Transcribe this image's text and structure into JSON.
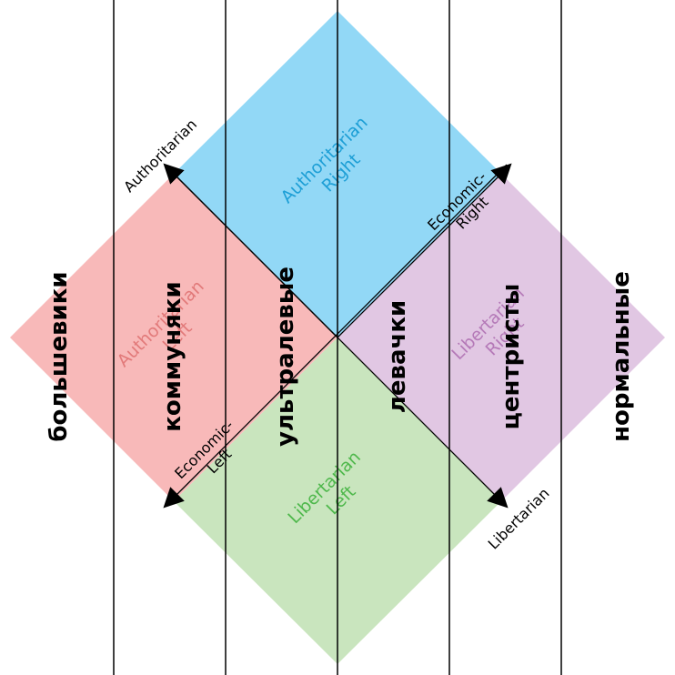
{
  "colors": {
    "authoritarian_right": "#92d8f6",
    "authoritarian_left": "#f8b9b9",
    "libertarian_left": "#c9e5be",
    "libertarian_right": "#e1c7e3",
    "label_authoritarian_right": "#1e9fd6",
    "label_authoritarian_left": "#e27a7a",
    "label_libertarian_left": "#4fb84c",
    "label_libertarian_right": "#b57ab8",
    "lines": "#000000"
  },
  "quadrants": {
    "authoritarian_right": {
      "line1": "Authoritarian",
      "line2": "Right"
    },
    "authoritarian_left": {
      "line1": "Authoritarian",
      "line2": "Left"
    },
    "libertarian_left": {
      "line1": "Libertarian",
      "line2": "Left"
    },
    "libertarian_right": {
      "line1": "Libertarian",
      "line2": "Right"
    }
  },
  "axes": {
    "authoritarian": "Authoritarian",
    "libertarian": "Libertarian",
    "economic_right": {
      "line1": "Economic-",
      "line2": "Right"
    },
    "economic_left": {
      "line1": "Economic-",
      "line2": "Left"
    }
  },
  "columns": [
    "большевики",
    "коммуняки",
    "ультралевые",
    "левачки",
    "центристы",
    "нормальные"
  ]
}
